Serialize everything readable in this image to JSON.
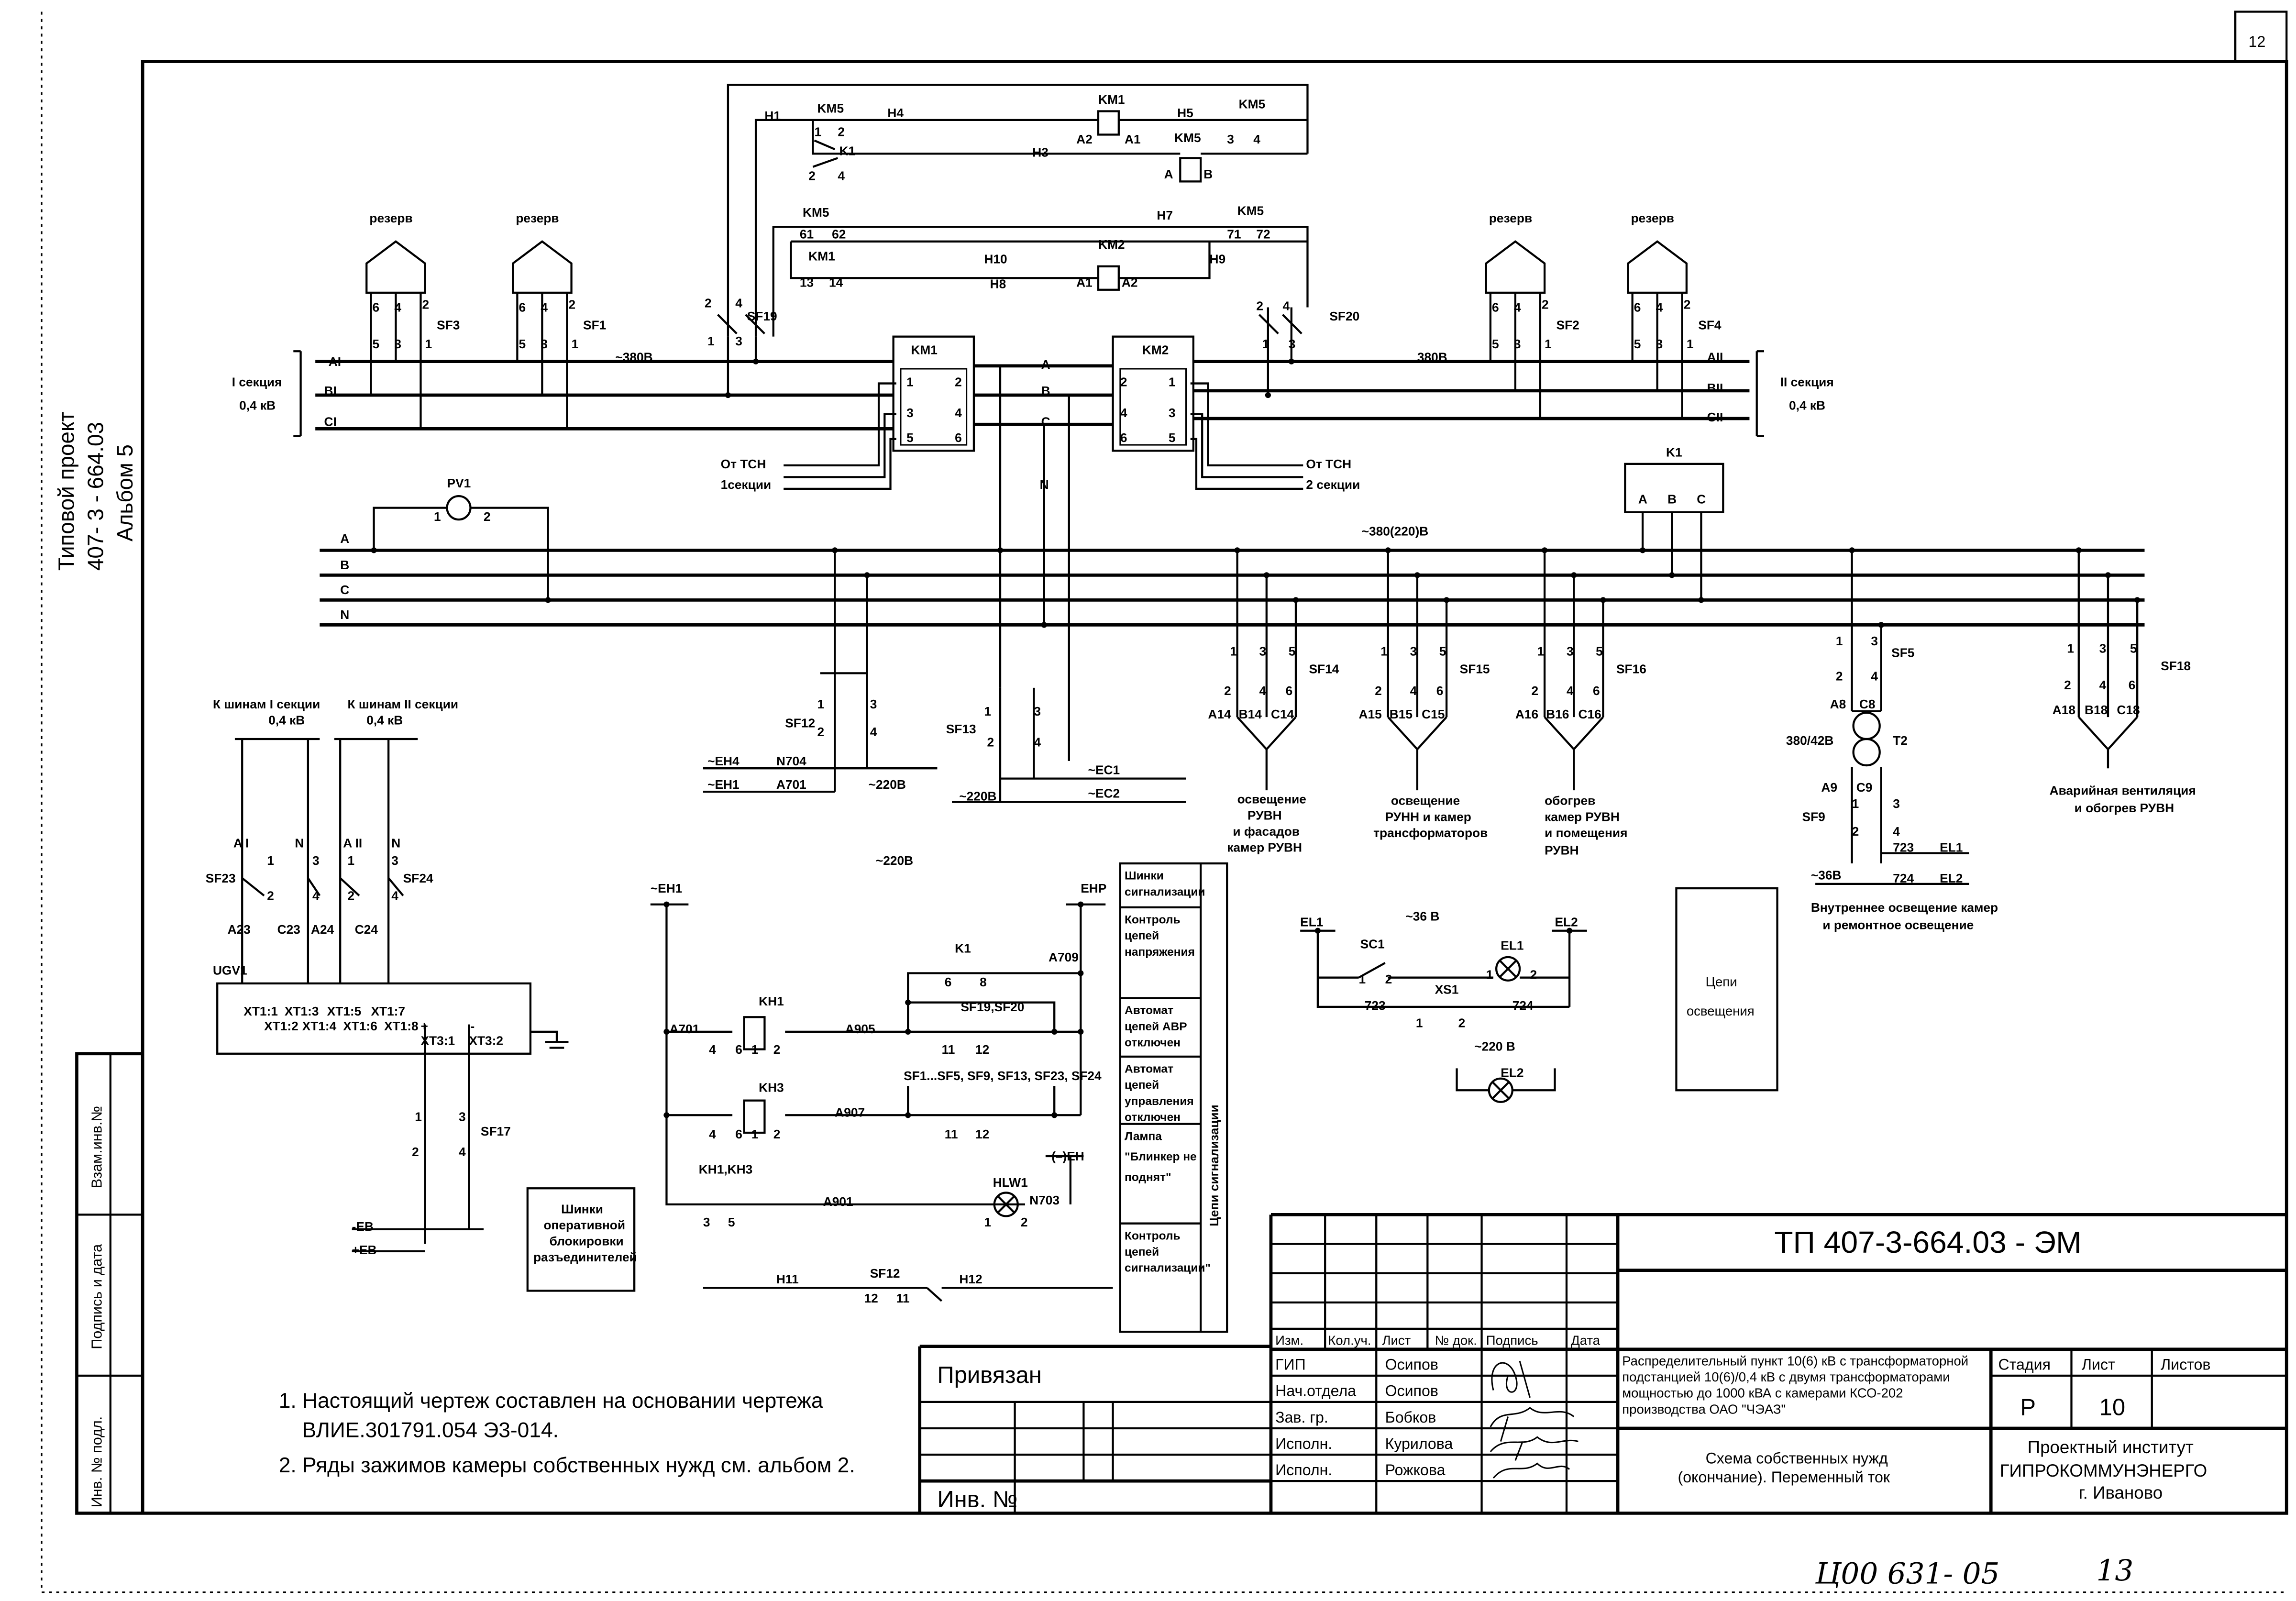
{
  "page_number": "12",
  "side_title": {
    "line1": "Типовой проект",
    "line2": "407- 3 - 664.03",
    "line3": "Альбом 5"
  },
  "stamp_strip": {
    "replace": "Взам.инв.№",
    "sign_date": "Подпись и дата",
    "inv_orig": "Инв. № подл."
  },
  "notes": [
    "1. Настоящий чертеж составлен на основании чертежа",
    "ВЛИЕ.301791.054 Э3-014.",
    "2. Ряды зажимов камеры  собственных нужд см. альбом 2."
  ],
  "handwritten_number": "Ц00 631- 05",
  "handwritten_sheet": "13",
  "title_block": {
    "doc_code": "ТП 407-3-664.03 - ЭМ",
    "headers": [
      "Изм.",
      "Кол.уч.",
      "Лист",
      "№ док.",
      "Подпись",
      "Дата"
    ],
    "roles": [
      "ГИП",
      "Нач.отдела",
      "Зав. гр.",
      "Исполн.",
      "Исполн."
    ],
    "names": [
      "Осипов",
      "Осипов",
      "Бобков",
      "Курилова",
      "Рожкова"
    ],
    "bound_label": "Привязан",
    "inv_label": "Инв. №",
    "project_desc": [
      "Распределительный пункт 10(6) кВ с трансформаторной",
      "подстанцией 10(6)/0,4 кВ с двумя трансформаторами",
      "мощностью до 1000 кВА с камерами КСО-202",
      "производства ОАО \"ЧЭАЗ\""
    ],
    "stage_header": "Стадия",
    "sheet_header": "Лист",
    "sheets_header": "Листов",
    "stage": "Р",
    "sheet": "10",
    "drawing_title": [
      "Схема собственных нужд",
      "(окончание). Переменный ток"
    ],
    "org": [
      "Проектный институт",
      "ГИПРОКОММУНЭНЕРГО",
      "г. Иваново"
    ]
  },
  "signal_panel": {
    "cells": [
      [
        "Шинки",
        "сигнализации"
      ],
      [
        "Контроль",
        "цепей",
        "напряжения"
      ],
      [
        "Автомат",
        "цепей  АВР",
        "отключен"
      ],
      [
        "Автомат",
        "цепей",
        "управления",
        "отключен"
      ],
      [
        "Лампа",
        "\"Блинкер не",
        "поднят\""
      ],
      [
        "Контроль",
        "цепей",
        "сигнализации\""
      ]
    ],
    "side_label": "Цепи  сигнализации"
  },
  "blocks": {
    "lighting_box": [
      "Цепи",
      "освещения"
    ],
    "interlock_box": [
      "Шинки",
      "оперативной",
      "блокировки",
      "разъединителей"
    ]
  },
  "diagram": {
    "top": [
      "H1",
      "KM5",
      "H4",
      "KM1",
      "A2",
      "A1",
      "H5",
      "KM5",
      "3",
      "4",
      "KM5",
      "K1",
      "H3",
      "A",
      "B",
      "1",
      "2",
      "2",
      "4",
      "KM5",
      "61",
      "62",
      "H7",
      "KM5",
      "71",
      "72",
      "KM1",
      "13",
      "14",
      "H10",
      "KM2",
      "A1",
      "A2",
      "H9",
      "H8",
      "2",
      "4",
      "1",
      "3",
      "SF19",
      "2",
      "4",
      "1",
      "3",
      "SF20"
    ],
    "reserve": [
      "резерв",
      "6",
      "4",
      "2",
      "SF3",
      "5",
      "3",
      "1",
      "резерв",
      "6",
      "4",
      "2",
      "SF1",
      "5",
      "3",
      "1",
      "резерв",
      "6",
      "4",
      "2",
      "SF2",
      "5",
      "3",
      "1",
      "резерв",
      "6",
      "4",
      "2",
      "SF4",
      "5",
      "3",
      "1"
    ],
    "buses": [
      "AI",
      "BI",
      "CI",
      "I секция",
      "0,4 кВ",
      "~380В",
      "KM1",
      "A",
      "B",
      "C",
      "KM2",
      "380В",
      "AII",
      "BII",
      "CII",
      "II секция",
      "0,4 кВ",
      "От ТСН",
      "1секции",
      "От ТСН",
      "2 секции",
      "N",
      "1",
      "2",
      "3",
      "4",
      "5",
      "6",
      "2",
      "1",
      "4",
      "3",
      "6",
      "5",
      "K1",
      "A",
      "B",
      "C",
      "PV1",
      "1",
      "2",
      "A",
      "B",
      "C",
      "N",
      "~380(220)В"
    ],
    "feeders": [
      "1",
      "3",
      "5",
      "SF14",
      "2",
      "4",
      "6",
      "A14",
      "B14",
      "C14",
      "освещение",
      "РУВН",
      "и фасадов",
      "камер РУВН",
      "1",
      "3",
      "5",
      "SF15",
      "2",
      "4",
      "6",
      "A15",
      "B15",
      "C15",
      "освещение",
      "РУНН и камер",
      "трансформаторов",
      "1",
      "3",
      "5",
      "SF16",
      "2",
      "4",
      "6",
      "A16",
      "B16",
      "C16",
      "обогрев",
      "камер РУВН",
      "и помещения",
      "РУВН",
      "1",
      "3",
      "SF5",
      "2",
      "4",
      "A8",
      "C8",
      "380/42В",
      "T2",
      "A9",
      "C9",
      "SF9",
      "1",
      "3",
      "2",
      "4",
      "723",
      "EL1",
      "~36В",
      "724",
      "EL2",
      "Внутреннее освещение камер",
      "и ремонтное освещение",
      "1",
      "3",
      "5",
      "SF18",
      "2",
      "4",
      "6",
      "A18",
      "B18",
      "C18",
      "Аварийная вентиляция",
      "и обогрев РУВН"
    ],
    "aux": [
      "SF12",
      "1",
      "3",
      "2",
      "4",
      "~EH4",
      "N704",
      "~EH1",
      "A701",
      "~220В",
      "SF13",
      "1",
      "3",
      "2",
      "4",
      "~EC1",
      "~EC2",
      "~220В",
      "~220В"
    ],
    "left": [
      "К шинам I секции",
      "0,4 кВ",
      "К шинам II секции",
      "0,4 кВ",
      "A I",
      "N",
      "1",
      "3",
      "SF23",
      "2",
      "4",
      "A II",
      "N",
      "1",
      "3",
      "SF24",
      "2",
      "4",
      "A23",
      "C23",
      "A24",
      "C24",
      "UGV1",
      "XT1:1",
      "XT1:3",
      "XT1:5",
      "XT1:7",
      "XT1:2",
      "XT1:4",
      "XT1:6",
      "XT1:8",
      "+",
      "-",
      "XT3:1",
      "XT3:2",
      "1",
      "3",
      "SF17",
      "2",
      "4",
      "-EB",
      "+EB"
    ],
    "control": [
      "~EH1",
      "EHP",
      "K1",
      "6",
      "8",
      "A709",
      "SF19,SF20",
      "A701",
      "KH1",
      "4",
      "6",
      "1",
      "2",
      "A905",
      "11",
      "12",
      "KH3",
      "SF1...SF5, SF9, SF13, SF23, SF24",
      "A907",
      "4",
      "6",
      "1",
      "2",
      "11",
      "12",
      "KH1,KH3",
      "3",
      "5",
      "A901",
      "HLW1",
      "(–)EH",
      "N703",
      "1",
      "2",
      "H11",
      "SF12",
      "12",
      "11",
      "H12"
    ],
    "lighting": [
      "EL1",
      "~36 В",
      "EL2",
      "SC1",
      "EL1",
      "1",
      "2",
      "1",
      "2",
      "723",
      "XS1",
      "724",
      "1",
      "2",
      "~220 В",
      "EL2"
    ]
  }
}
